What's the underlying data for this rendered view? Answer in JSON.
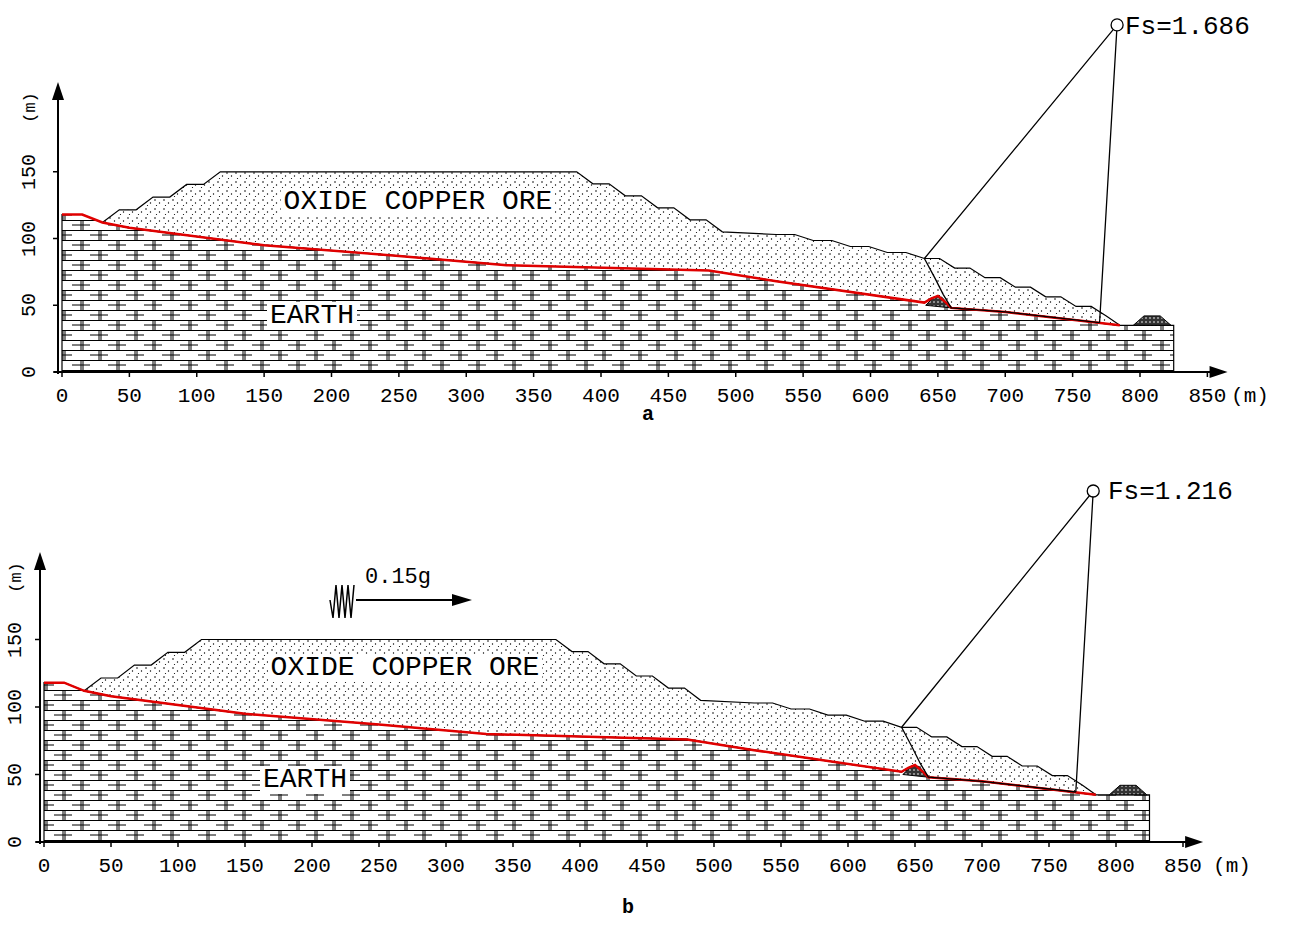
{
  "diagram": {
    "labels": [
      "Fs=1.686",
      "OXIDE COPPER ORE",
      "EARTH",
      "(m)",
      "150",
      "100",
      "50",
      "0",
      "0",
      "50",
      "100",
      "150",
      "200",
      "250",
      "300",
      "350",
      "400",
      "450",
      "500",
      "550",
      "600",
      "650",
      "700",
      "750",
      "800",
      "850",
      "(m)",
      "a",
      "Fs=1.216",
      "0.15g",
      "OXIDE COPPER ORE",
      "EARTH",
      "(m)",
      "150",
      "100",
      "50",
      "0",
      "0",
      "50",
      "100",
      "150",
      "200",
      "250",
      "300",
      "350",
      "400",
      "450",
      "500",
      "550",
      "600",
      "650",
      "700",
      "750",
      "800",
      "850",
      "(m)",
      "b"
    ]
  }
}
